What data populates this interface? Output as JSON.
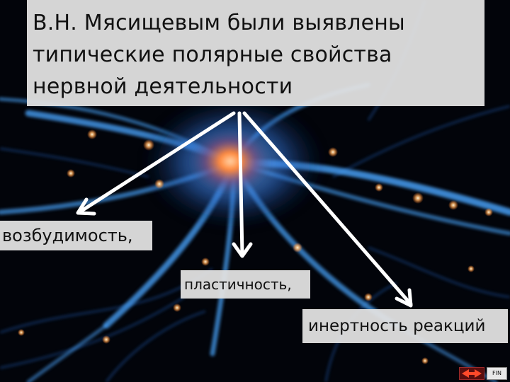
{
  "slide": {
    "title_lines": [
      "В.Н. Мясищевым были выявлены",
      "типические полярные свойства",
      "нервной деятельности"
    ],
    "items": [
      "возбудимость,",
      "пластичность,",
      "инертность реакций"
    ]
  },
  "nav": {
    "back_icon": "double-arrow-icon",
    "fin_label": "FIN"
  },
  "colors": {
    "background": "#02040a",
    "neuron_glow": "#5fb4ff",
    "nucleus": "#ff8a3d",
    "label_box": "#e2e2e2",
    "arrow": "#ffffff"
  }
}
